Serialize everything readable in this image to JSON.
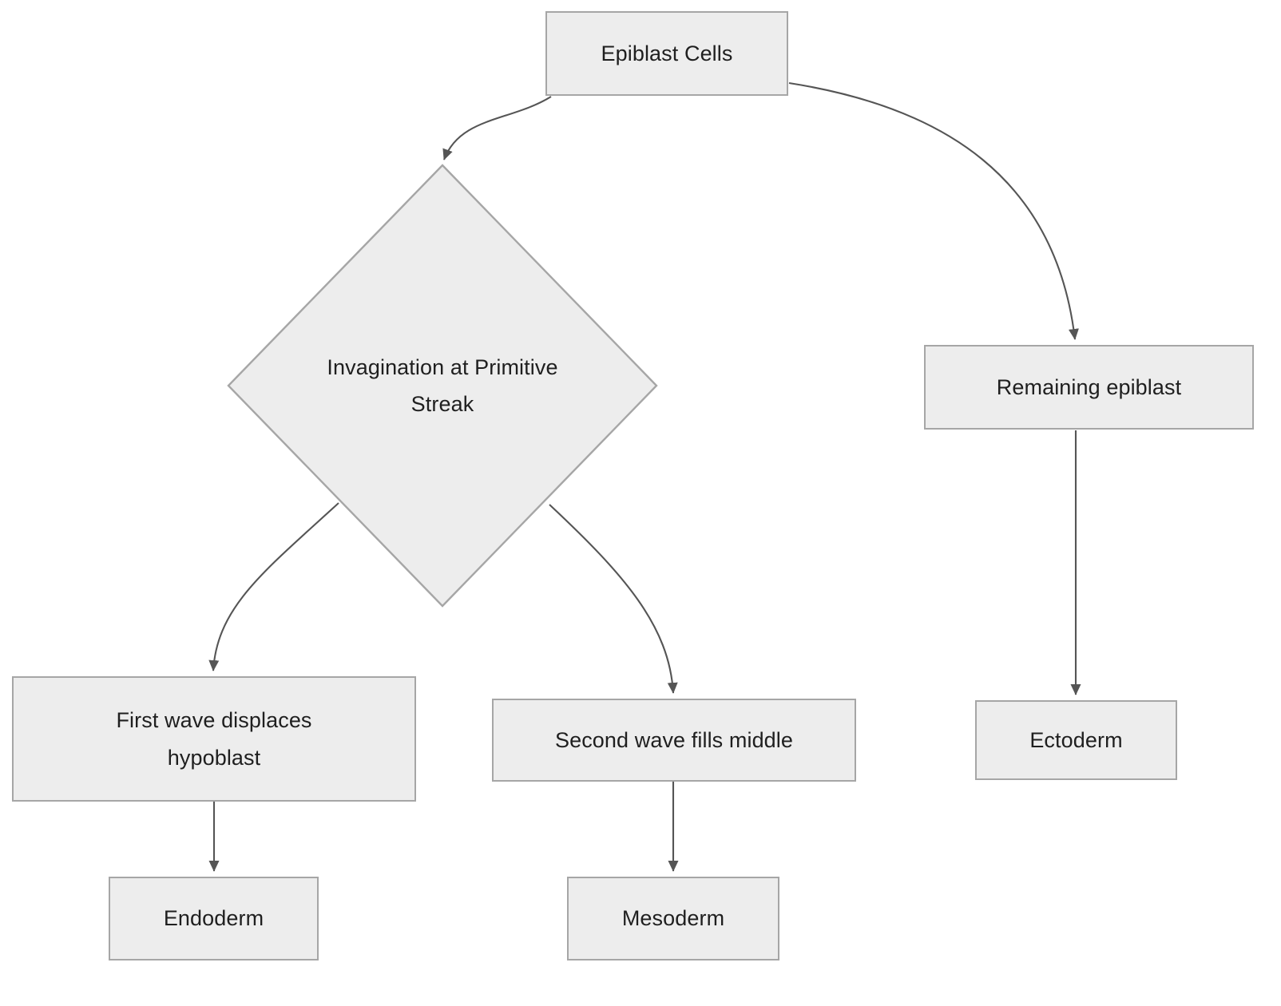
{
  "diagram": {
    "title": "Gastrulation germ layer formation flowchart",
    "background_color": "#ffffff",
    "node_fill": "#ededed",
    "node_stroke": "#a6a6a6",
    "edge_color": "#555555",
    "text_color": "#1f1f1f"
  },
  "nodes": {
    "epiblast_cells": {
      "label": "Epiblast Cells",
      "shape": "rectangle"
    },
    "invagination": {
      "label": "Invagination at Primitive\nStreak",
      "shape": "diamond"
    },
    "remaining_epiblast": {
      "label": "Remaining epiblast",
      "shape": "rectangle"
    },
    "first_wave": {
      "label": "First wave displaces\nhypoblast",
      "shape": "rectangle"
    },
    "second_wave": {
      "label": "Second wave fills middle",
      "shape": "rectangle"
    },
    "ectoderm": {
      "label": "Ectoderm",
      "shape": "rectangle"
    },
    "endoderm": {
      "label": "Endoderm",
      "shape": "rectangle"
    },
    "mesoderm": {
      "label": "Mesoderm",
      "shape": "rectangle"
    }
  },
  "edges": [
    {
      "from": "epiblast_cells",
      "to": "invagination",
      "label": ""
    },
    {
      "from": "epiblast_cells",
      "to": "remaining_epiblast",
      "label": ""
    },
    {
      "from": "invagination",
      "to": "first_wave",
      "label": ""
    },
    {
      "from": "invagination",
      "to": "second_wave",
      "label": ""
    },
    {
      "from": "remaining_epiblast",
      "to": "ectoderm",
      "label": ""
    },
    {
      "from": "first_wave",
      "to": "endoderm",
      "label": ""
    },
    {
      "from": "second_wave",
      "to": "mesoderm",
      "label": ""
    }
  ]
}
